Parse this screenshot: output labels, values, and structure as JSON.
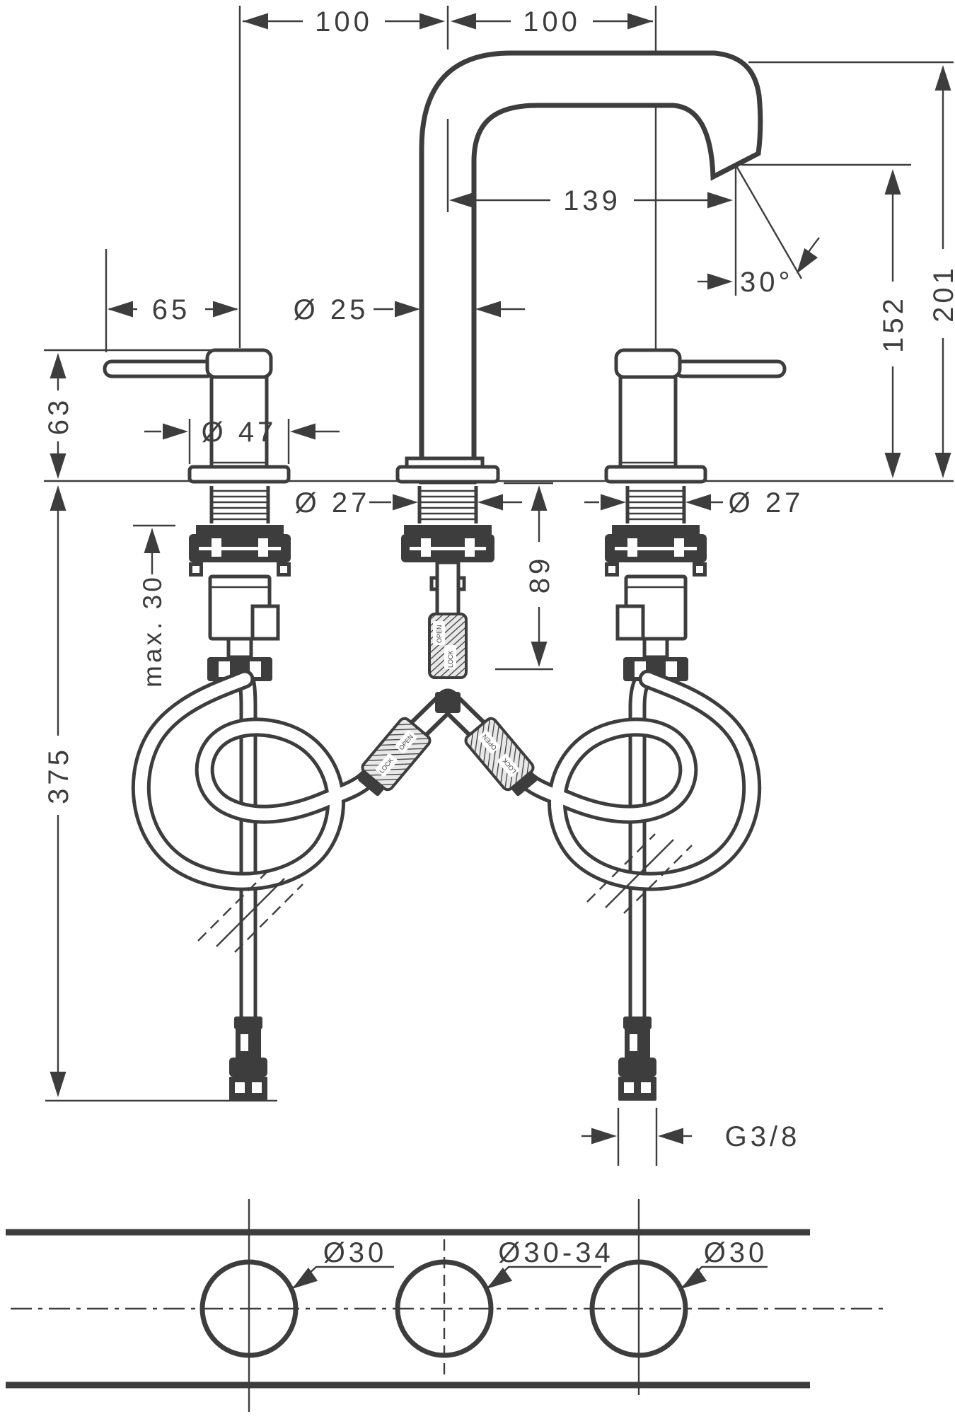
{
  "drawing": {
    "background": "#ffffff",
    "line_color": "#3d3d3d",
    "dimensions": {
      "top_left_100": "100",
      "top_right_100": "100",
      "spout_reach_139": "139",
      "spout_angle_30": "30°",
      "total_height_201": "201",
      "outlet_height_152": "152",
      "handle_reach_65": "65",
      "spout_dia_25": "Ø 25",
      "handle_height_63": "63",
      "escutcheon_dia_47": "Ø 47",
      "shank_dia_27_center": "Ø 27",
      "shank_dia_27_right": "Ø 27",
      "deck_thickness_max_30": "max. 30",
      "under_deck_89": "89",
      "hose_length_375": "375",
      "supply_thread_g38": "G3/8"
    },
    "hole_plan": {
      "left_hole": "Ø30",
      "middle_hole": "Ø30-34",
      "right_hole": "Ø30"
    },
    "fittings": {
      "open_label": "OPEN",
      "lock_label": "LOCK"
    }
  }
}
